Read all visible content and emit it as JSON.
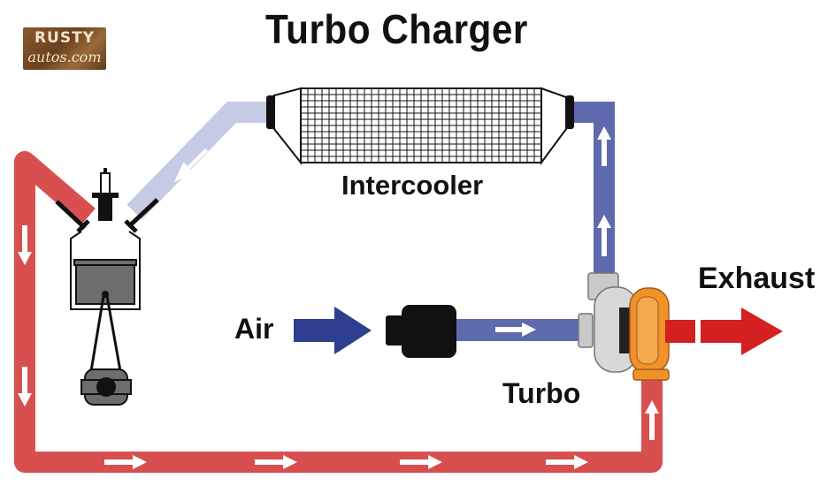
{
  "title": "Turbo Charger",
  "logo": {
    "line1": "RUSTY",
    "line2": "autos.com"
  },
  "labels": {
    "intercooler": "Intercooler",
    "air": "Air",
    "turbo": "Turbo",
    "exhaust": "Exhaust"
  },
  "colors": {
    "exhaust_path": "#d84f4f",
    "pressurized_air": "#5e6aad",
    "cooled_air": "#c5cbe4",
    "air_arrow": "#2f3f8f",
    "exhaust_arrow": "#d42020",
    "turbine_housing": "#f0922a",
    "compressor_housing": "#d8d8d8"
  }
}
